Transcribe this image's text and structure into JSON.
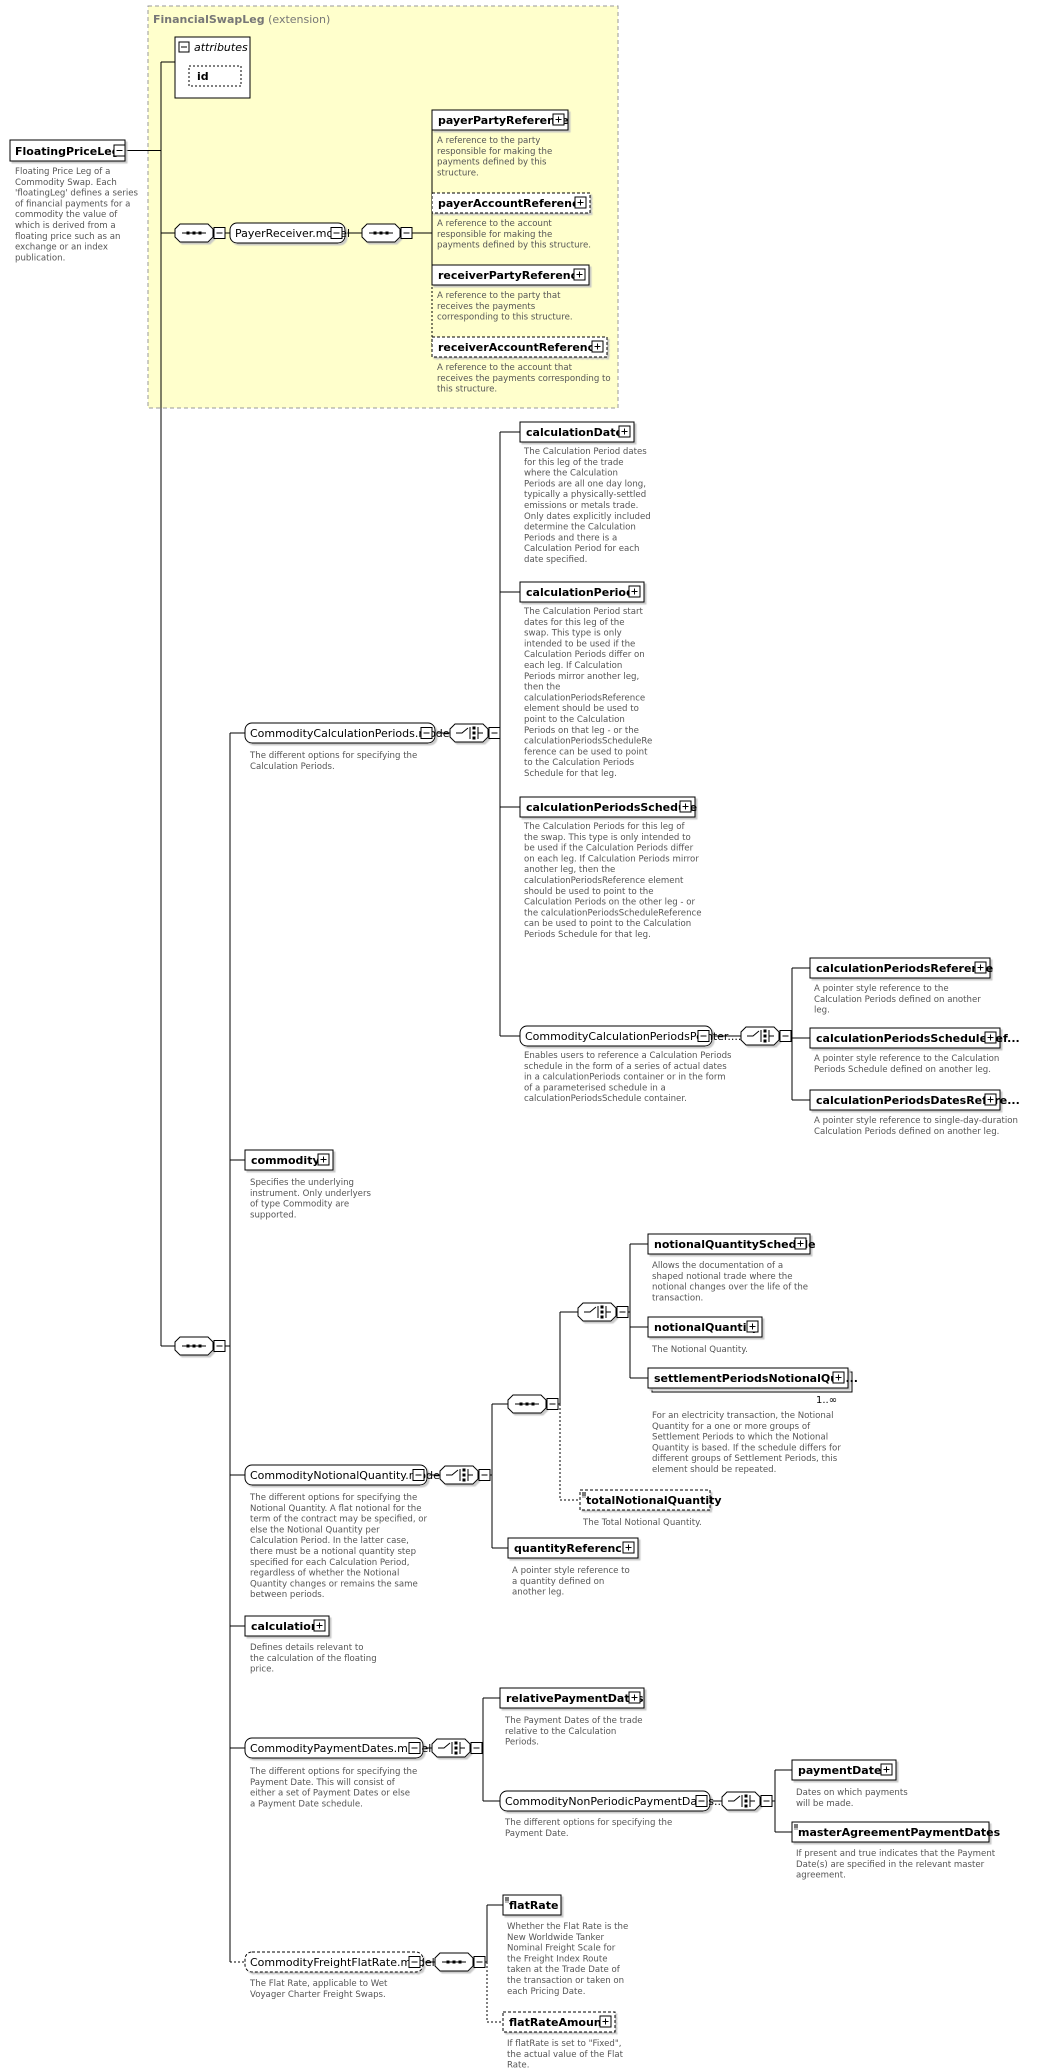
{
  "extension": {
    "name": "FinancialSwapLeg",
    "suffix": " (extension)"
  },
  "attributes": {
    "label": "attributes",
    "items": [
      "id"
    ]
  },
  "root": {
    "name": "FloatingPriceLeg",
    "desc": [
      "Floating Price Leg of a",
      "Commodity Swap. Each",
      "'floatingLeg' defines a series",
      "of financial payments for a",
      "commodity the value of",
      "which is derived from a",
      "floating price such as an",
      "exchange or an index",
      "publication."
    ]
  },
  "groups": [
    {
      "id": "payerReceiver",
      "name": "PayerReceiver.model",
      "optional": false,
      "desc": []
    },
    {
      "id": "calcPeriods",
      "name": "CommodityCalculationPeriods.model",
      "optional": false,
      "desc": [
        "The different options for specifying the",
        "Calculation Periods."
      ]
    },
    {
      "id": "calcPeriodsPointer",
      "name": "CommodityCalculationPeriodsPointer....",
      "optional": false,
      "desc": [
        "Enables users to reference a Calculation Periods",
        "schedule in the form of a series of actual dates",
        "in a calculationPeriods container or in the form",
        "of a parameterised schedule in a",
        "calculationPeriodsSchedule container."
      ]
    },
    {
      "id": "notionalQty",
      "name": "CommodityNotionalQuantity.model",
      "optional": false,
      "desc": [
        "The different options for specifying the",
        "Notional Quantity. A flat notional for the",
        "term of the contract may be specified, or",
        "else the Notional Quantity per",
        "Calculation Period. In the latter case,",
        "there must be a notional quantity step",
        "specified for each Calculation Period,",
        "regardless of whether the Notional",
        "Quantity changes or remains the same",
        "between periods."
      ]
    },
    {
      "id": "paymentDates",
      "name": "CommodityPaymentDates.model",
      "optional": false,
      "desc": [
        "The different options for specifying the",
        "Payment Date. This will consist of",
        "either a set of Payment Dates or else",
        "a Payment Date schedule."
      ]
    },
    {
      "id": "nonPeriodic",
      "name": "CommodityNonPeriodicPaymentDates...",
      "optional": false,
      "desc": [
        "The different options for specifying the",
        "Payment Date."
      ]
    },
    {
      "id": "freightFlatRate",
      "name": "CommodityFreightFlatRate.model",
      "optional": true,
      "desc": [
        "The Flat Rate, applicable to Wet",
        "Voyager Charter Freight Swaps."
      ]
    }
  ],
  "elements": [
    {
      "id": "payerPartyReference",
      "name": "payerPartyReference",
      "optional": false,
      "desc": [
        "A reference to the party",
        "responsible for making the",
        "payments defined by this",
        "structure."
      ]
    },
    {
      "id": "payerAccountReference",
      "name": "payerAccountReference",
      "optional": true,
      "desc": [
        "A reference to the account",
        "responsible for making the",
        "payments defined by this structure."
      ]
    },
    {
      "id": "receiverPartyReference",
      "name": "receiverPartyReference",
      "optional": false,
      "desc": [
        "A reference to the party that",
        "receives the payments",
        "corresponding to this structure."
      ]
    },
    {
      "id": "receiverAccountReference",
      "name": "receiverAccountReference",
      "optional": true,
      "desc": [
        "A reference to the account that",
        "receives the payments corresponding to",
        "this structure."
      ]
    },
    {
      "id": "calculationDates",
      "name": "calculationDates",
      "optional": false,
      "desc": [
        "The Calculation Period dates",
        "for this leg of the trade",
        "where the Calculation",
        "Periods are all one day long,",
        "typically a physically-settled",
        "emissions or metals trade.",
        "Only dates explicitly included",
        "determine the Calculation",
        "Periods and there is a",
        "Calculation Period for each",
        "date specified."
      ]
    },
    {
      "id": "calculationPeriods",
      "name": "calculationPeriods",
      "optional": false,
      "desc": [
        "The Calculation Period start",
        "dates for this leg of the",
        "swap. This type is only",
        "intended to be used if the",
        "Calculation Periods differ on",
        "each leg. If Calculation",
        "Periods mirror another leg,",
        "then the",
        "calculationPeriodsReference",
        "element should be used to",
        "point to the Calculation",
        "Periods on that leg - or the",
        "calculationPeriodsScheduleRe",
        "ference can be used to point",
        "to the Calculation Periods",
        "Schedule for that leg."
      ]
    },
    {
      "id": "calculationPeriodsSchedule",
      "name": "calculationPeriodsSchedule",
      "optional": false,
      "desc": [
        "The Calculation Periods for this leg of",
        "the swap. This type is only intended to",
        "be used if the Calculation Periods differ",
        "on each leg. If Calculation Periods mirror",
        "another leg, then the",
        "calculationPeriodsReference element",
        "should be used to point to the",
        "Calculation Periods on the other leg - or",
        "the calculationPeriodsScheduleReference",
        "can be used to point to the Calculation",
        "Periods Schedule for that leg."
      ]
    },
    {
      "id": "calculationPeriodsReference",
      "name": "calculationPeriodsReference",
      "optional": false,
      "desc": [
        "A pointer style reference to the",
        "Calculation Periods defined on another",
        "leg."
      ]
    },
    {
      "id": "calculationPeriodsScheduleRef",
      "name": "calculationPeriodsScheduleRef...",
      "optional": false,
      "desc": [
        "A pointer style reference to the Calculation",
        "Periods Schedule defined on another leg."
      ]
    },
    {
      "id": "calculationPeriodsDatesRef",
      "name": "calculationPeriodsDatesRefere...",
      "optional": false,
      "desc": [
        "A pointer style reference to single-day-duration",
        "Calculation Periods defined on another leg."
      ]
    },
    {
      "id": "commodity",
      "name": "commodity",
      "optional": false,
      "desc": [
        "Specifies the underlying",
        "instrument. Only underlyers",
        "of type Commodity are",
        "supported."
      ]
    },
    {
      "id": "notionalQuantitySchedule",
      "name": "notionalQuantitySchedule",
      "optional": false,
      "desc": [
        "Allows the documentation of a",
        "shaped notional trade where the",
        "notional changes over the life of the",
        "transaction."
      ]
    },
    {
      "id": "notionalQuantity",
      "name": "notionalQuantity",
      "optional": false,
      "desc": [
        "The Notional Quantity."
      ]
    },
    {
      "id": "settlementPeriodsNotionalQua",
      "name": "settlementPeriodsNotionalQua...",
      "optional": false,
      "multiplicity": "1..∞",
      "desc": [
        "For an electricity transaction, the Notional",
        "Quantity for a one or more groups of",
        "Settlement Periods to which the Notional",
        "Quantity is based. If the schedule differs for",
        "different groups of Settlement Periods, this",
        "element should be repeated."
      ]
    },
    {
      "id": "totalNotionalQuantity",
      "name": "totalNotionalQuantity",
      "optional": true,
      "desc": [
        "The Total Notional Quantity."
      ]
    },
    {
      "id": "quantityReference",
      "name": "quantityReference",
      "optional": false,
      "desc": [
        "A pointer style reference to",
        "a quantity defined on",
        "another leg."
      ]
    },
    {
      "id": "calculation",
      "name": "calculation",
      "optional": false,
      "desc": [
        "Defines details relevant to",
        "the calculation of the floating",
        "price."
      ]
    },
    {
      "id": "relativePaymentDates",
      "name": "relativePaymentDates",
      "optional": false,
      "desc": [
        "The Payment Dates of the trade",
        "relative to the Calculation",
        "Periods."
      ]
    },
    {
      "id": "paymentDatesEl",
      "name": "paymentDates",
      "optional": false,
      "desc": [
        "Dates on which payments",
        "will be made."
      ]
    },
    {
      "id": "masterAgreementPaymentDates",
      "name": "masterAgreementPaymentDates",
      "optional": false,
      "desc": [
        "If present and true indicates that the Payment",
        "Date(s) are specified in the relevant master",
        "agreement."
      ]
    },
    {
      "id": "flatRate",
      "name": "flatRate",
      "optional": false,
      "desc": [
        "Whether the Flat Rate is the",
        "New Worldwide Tanker",
        "Nominal Freight Scale for",
        "the Freight Index Route",
        "taken at the Trade Date of",
        "the transaction or taken on",
        "each Pricing Date."
      ]
    },
    {
      "id": "flatRateAmount",
      "name": "flatRateAmount",
      "optional": true,
      "desc": [
        "If flatRate is set to \"Fixed\",",
        "the actual value of the Flat",
        "Rate."
      ]
    }
  ],
  "colors": {
    "extension_fill": "#ffffcc",
    "extension_border": "#999999",
    "line": "#000000",
    "description": "#555555"
  }
}
